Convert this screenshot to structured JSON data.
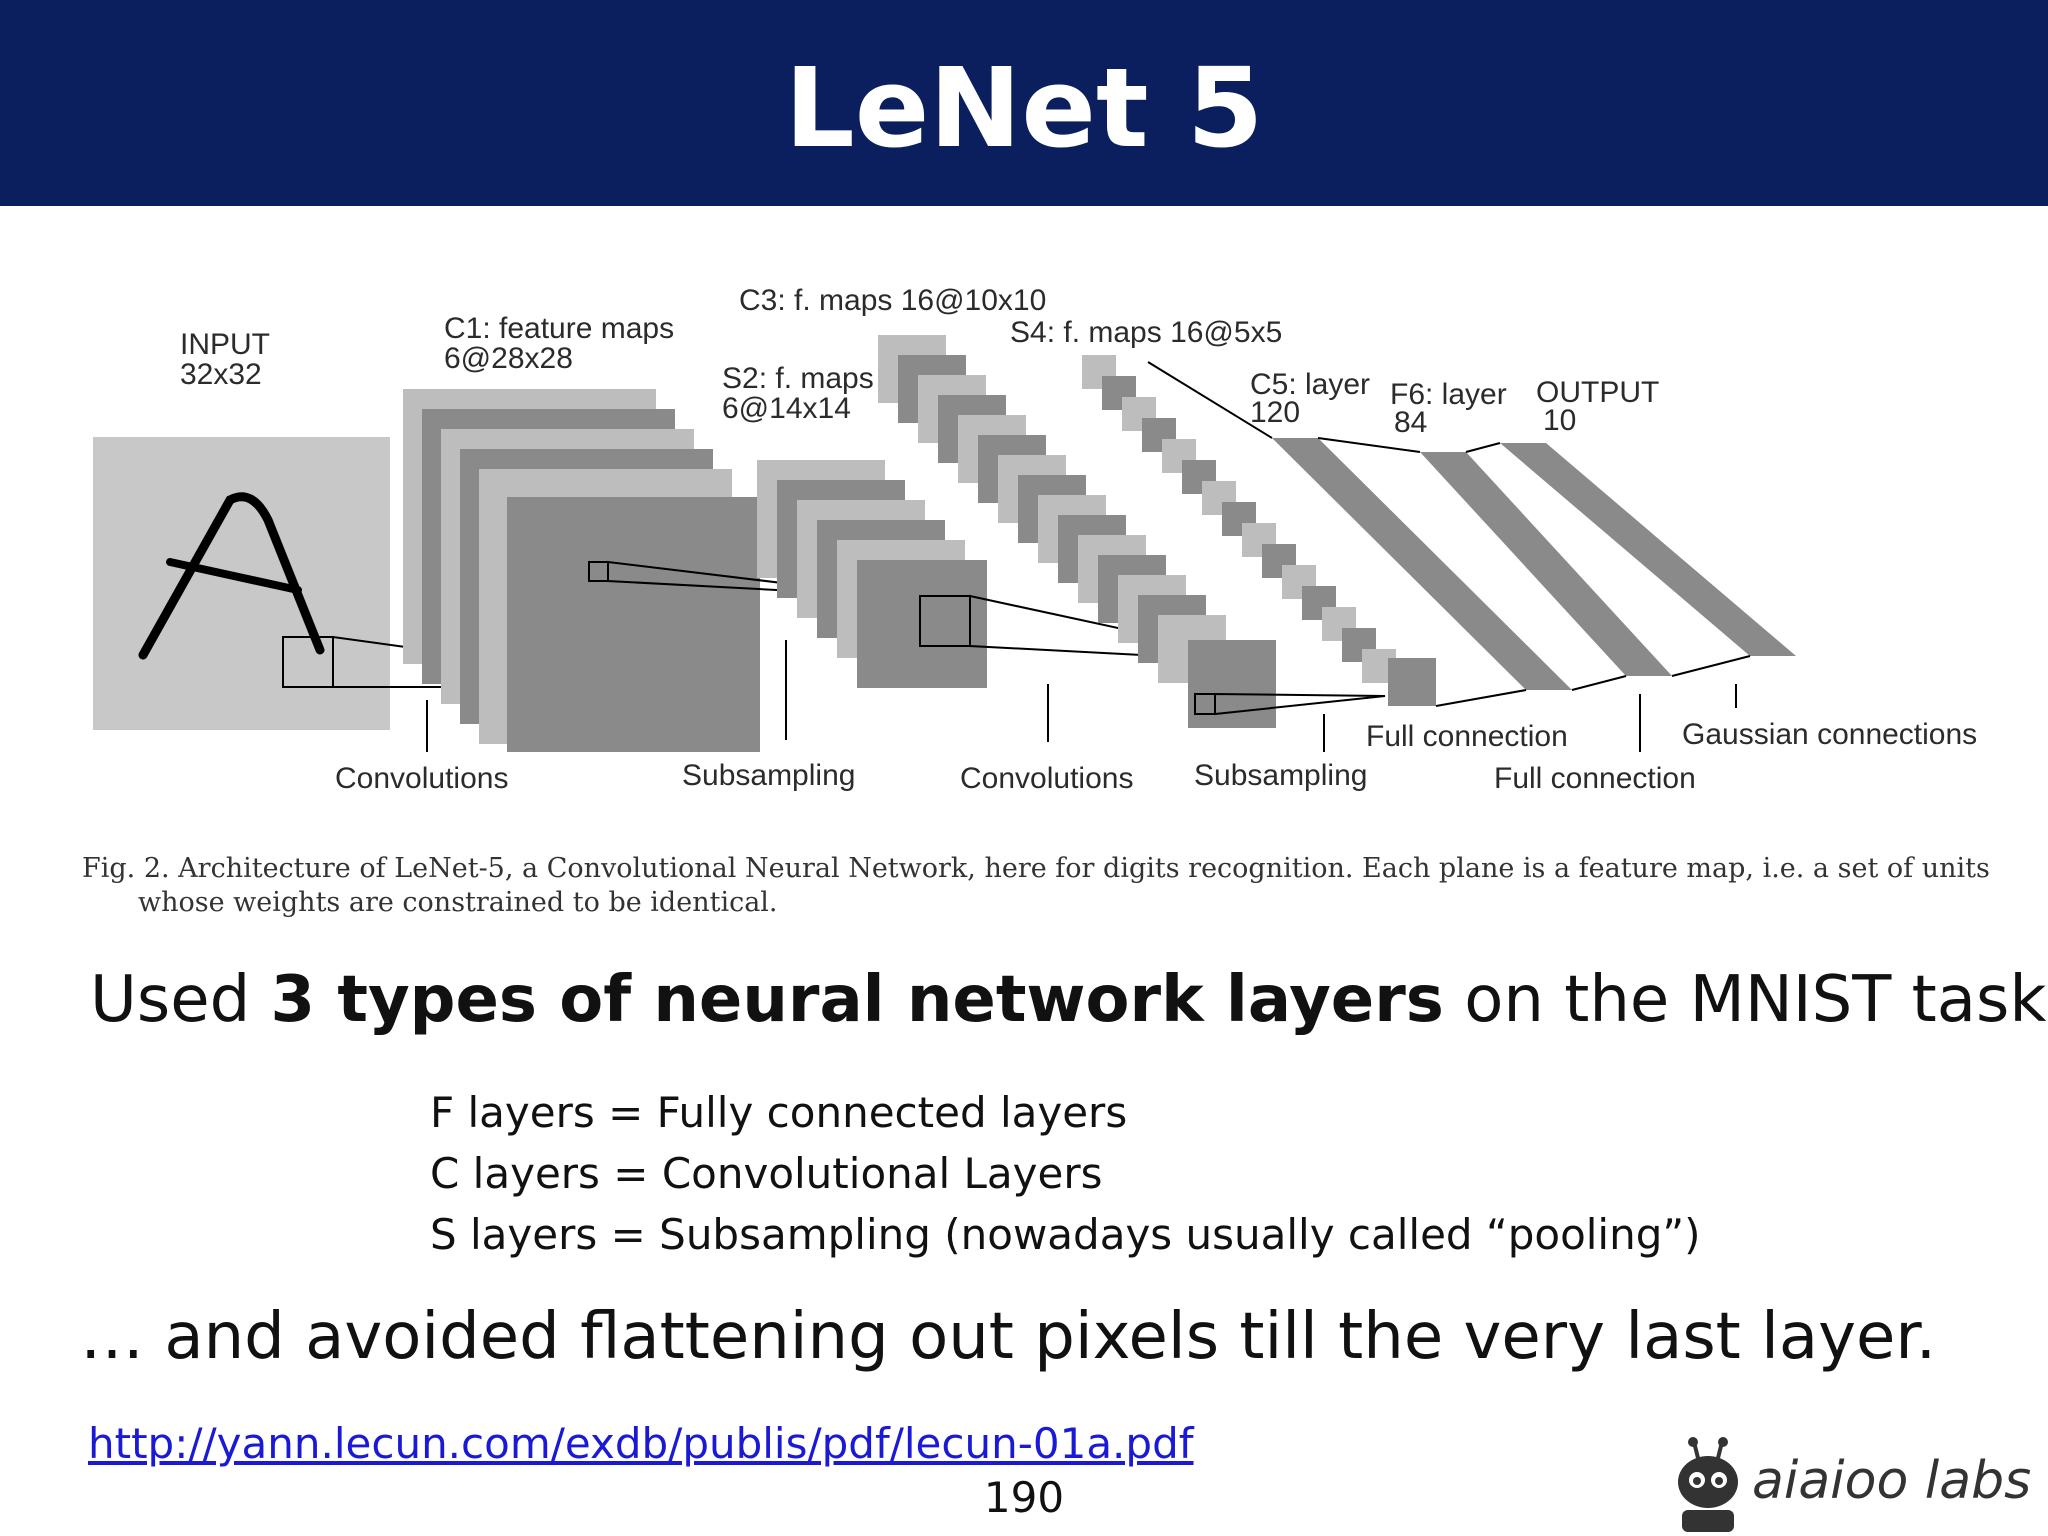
{
  "slide": {
    "title": "LeNet 5"
  },
  "diagram": {
    "stages": {
      "input": {
        "name": "INPUT",
        "size": "32x32"
      },
      "c1": {
        "name": "C1: feature maps",
        "size": "6@28x28"
      },
      "s2": {
        "name": "S2: f. maps",
        "size": "6@14x14"
      },
      "c3": {
        "name": "C3: f. maps 16@10x10"
      },
      "s4": {
        "name": "S4: f. maps 16@5x5"
      },
      "c5": {
        "name": "C5: layer",
        "size": "120"
      },
      "f6": {
        "name": "F6: layer",
        "size": "84"
      },
      "output": {
        "name": "OUTPUT",
        "size": "10"
      }
    },
    "operations": {
      "op1": "Convolutions",
      "op2": "Subsampling",
      "op3": "Convolutions",
      "op4": "Subsampling",
      "op5": "Full connection",
      "op6": "Full connection",
      "op7": "Gaussian connections"
    },
    "caption": {
      "line1": "Fig. 2.   Architecture of LeNet-5, a Convolutional Neural Network, here for digits recognition. Each plane is a feature map, i.e. a set of units",
      "line2": "whose weights are constrained to be identical."
    },
    "colors": {
      "input_plane": "#c8c8c8",
      "light_plane": "#bdbdbd",
      "dark_plane": "#8a8a8a",
      "stroke": "#000000"
    }
  },
  "body": {
    "headline": {
      "prefix": "Used ",
      "bold": "3 types of neural network layers",
      "suffix": " on the MNIST task"
    },
    "definitions": [
      "F layers = Fully connected layers",
      "C layers = Convolutional Layers",
      "S layers = Subsampling (nowadays usually called “pooling”)"
    ],
    "closing": "… and avoided flattening out pixels till the very last layer."
  },
  "footer": {
    "link": "http://yann.lecun.com/exdb/publis/pdf/lecun-01a.pdf",
    "page_number": "190",
    "logo_text": "aiaioo labs",
    "logo_icon": "robot-icon"
  },
  "theme": {
    "header_bg": "#0b1f5e",
    "header_text": "#ffffff",
    "link_color": "#1a1ad6"
  }
}
